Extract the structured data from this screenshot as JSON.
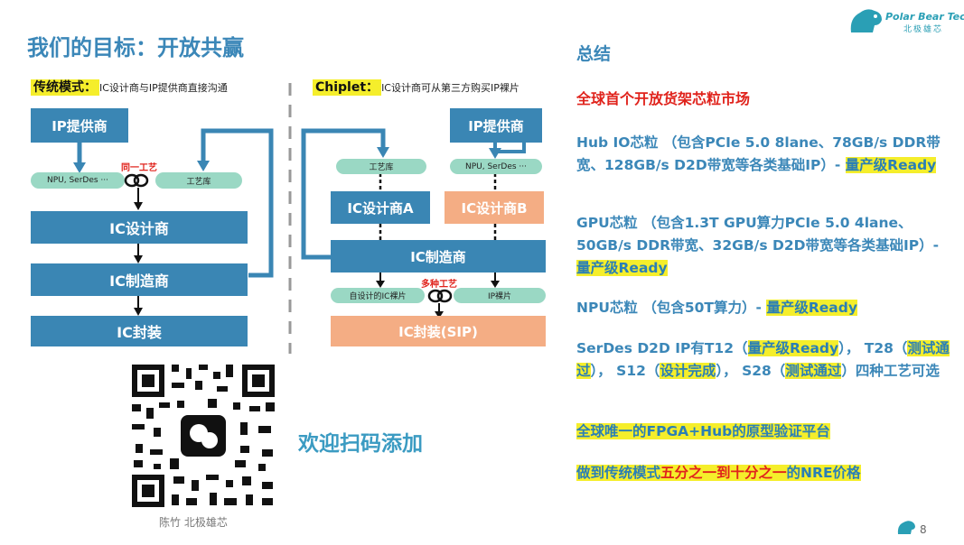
{
  "header": {
    "title": "我们的目标：开放共赢",
    "logo_text": "Polar Bear Tech",
    "logo_sub": "北极雄芯"
  },
  "left_diagram": {
    "label": "传统模式：",
    "label_desc": "IC设计商与IP提供商直接沟通",
    "ip_provider": "IP提供商",
    "ip_pill": "NPU, SerDes ···",
    "process_note": "同一工艺",
    "process_lib": "工艺库",
    "designer": "IC设计商",
    "manufacturer": "IC制造商",
    "packaging": "IC封装"
  },
  "right_diagram": {
    "label": "Chiplet：",
    "label_desc": "IC设计商可从第三方购买IP裸片",
    "process_lib": "工艺库",
    "ip_provider": "IP提供商",
    "ip_pill": "NPU, SerDes ···",
    "designer_a": "IC设计商A",
    "designer_b": "IC设计商B",
    "manufacturer": "IC制造商",
    "process_note": "多种工艺",
    "self_die": "自设计的IC裸片",
    "ip_die": "IP裸片",
    "packaging": "IC封装(SIP)"
  },
  "qr": {
    "welcome": "欢迎扫码添加",
    "caption": "陈竹  北极雄芯"
  },
  "summary": {
    "heading": "总结",
    "headline": "全球首个开放货架芯粒市场",
    "hub_text": "Hub IO芯粒 （包含PCIe 5.0 8lane、78GB/s DDR带宽、128GB/s D2D带宽等各类基础IP）-",
    "hub_ready": "量产级Ready",
    "gpu_text": "GPU芯粒 （包含1.3T GPU算力PCIe 5.0 4lane、50GB/s DDR带宽、32GB/s D2D带宽等各类基础IP）-",
    "gpu_ready": "量产级Ready",
    "npu_text": "NPU芯粒 （包含50T算力）-",
    "npu_ready": "量产级Ready",
    "serdes_a": "SerDes D2D IP有T12（",
    "serdes_b": "量产级Ready",
    "serdes_c": "）， T28（",
    "serdes_d": "测试通过",
    "serdes_e": "）， S12（",
    "serdes_f": "设计完成",
    "serdes_g": "）， S28（",
    "serdes_h": "测试通过",
    "serdes_i": "）四种工艺可选",
    "fpga": "全球唯一的FPGA+Hub的原型验证平台",
    "nre_a": "做到传统模式",
    "nre_b": "五分之一到十分之一",
    "nre_c": "的NRE价格"
  },
  "page_number": "8"
}
